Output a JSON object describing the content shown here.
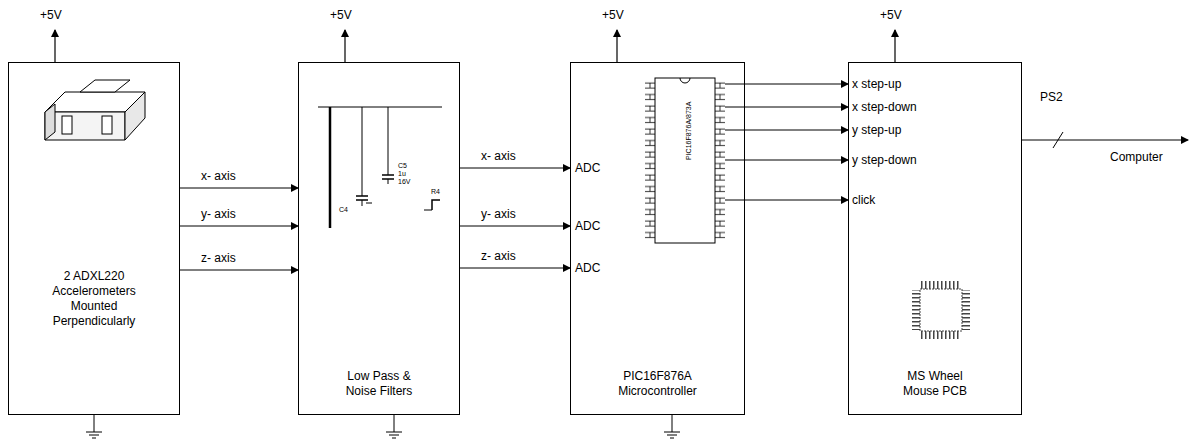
{
  "diagram": {
    "nodes": [
      {
        "text": [
          "2 ADXL220 Accelerometers Mounted Perpendicularly"
        ]
      },
      {
        "text": [
          "Low Pass & Noise Filters"
        ]
      },
      {
        "text": [
          "PIC16F876A Microcontroller"
        ]
      },
      {
        "text": [
          "MS Wheel Mouse PCB"
        ]
      }
    ],
    "edges": [
      {
        "from": 0,
        "to": 1,
        "arrow": "to",
        "label": "x- axis"
      },
      {
        "from": 0,
        "to": 1,
        "arrow": "to",
        "label": "y- axis"
      },
      {
        "from": 0,
        "to": 1,
        "arrow": "to",
        "label": "z- axis"
      },
      {
        "from": 1,
        "to": 2,
        "arrow": "to",
        "label": "x- axis"
      },
      {
        "from": 1,
        "to": 2,
        "arrow": "to",
        "label": "y- axis"
      },
      {
        "from": 1,
        "to": 2,
        "arrow": "to",
        "label": "z- axis"
      },
      {
        "from": 2,
        "to": 3,
        "arrow": "to",
        "label": "x step-up"
      },
      {
        "from": 2,
        "to": 3,
        "arrow": "to",
        "label": "x step-down"
      },
      {
        "from": 2,
        "to": 3,
        "arrow": "to",
        "label": "y step-up"
      },
      {
        "from": 2,
        "to": 3,
        "arrow": "to",
        "label": "y step-down"
      },
      {
        "from": 2,
        "to": 3,
        "arrow": "to",
        "label": "click"
      }
    ],
    "labels": [
      "+5V",
      "+5V",
      "+5V",
      "+5V",
      "ADC",
      "ADC",
      "ADC",
      "PS2",
      "Computer",
      "PIC16F876A/873A",
      "C4",
      "C5",
      "1u",
      "16V",
      "R4"
    ]
  }
}
